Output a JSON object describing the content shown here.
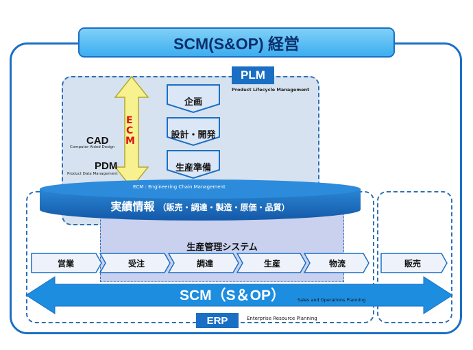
{
  "title": "SCM(S&OP) 経営",
  "plm": {
    "label": "PLM",
    "full": "Product Lifecycle Management",
    "steps": [
      "企画",
      "設計・開発",
      "生産準備"
    ]
  },
  "ecm": {
    "letters": [
      "E",
      "C",
      "M"
    ],
    "full": "ECM : Engineering Chain Management"
  },
  "cad": {
    "abbr": "CAD",
    "full": "Computer Aided Design"
  },
  "pdm": {
    "abbr": "PDM",
    "full": "Product Data Management"
  },
  "results": {
    "main": "実績情報",
    "detail": "（販売・調達・製造・原価・品質）"
  },
  "production_system": "生産管理システム",
  "process_steps": [
    "営業",
    "受注",
    "調達",
    "生産",
    "物流",
    "販売"
  ],
  "scm": {
    "label": "SCM（S＆OP）",
    "full": "Sales and Operations Planning"
  },
  "erp": {
    "label": "ERP",
    "full": "Enterprise Resource Planning"
  },
  "colors": {
    "primary": "#1a6fc4",
    "title_bg": "#4db7f0",
    "ecm_arrow": "#f7f28f",
    "ecm_text": "#d9141b"
  }
}
